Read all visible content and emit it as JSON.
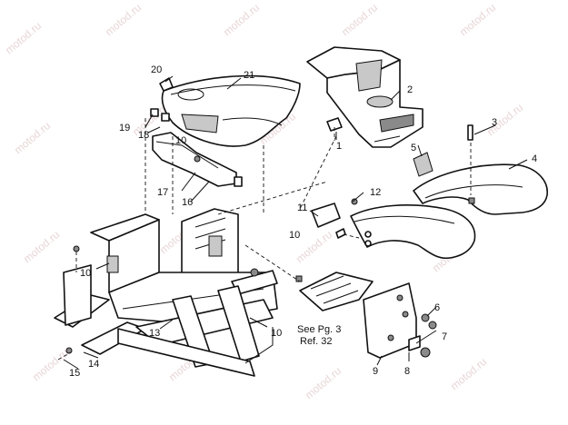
{
  "diagram": {
    "watermark": "motod.ru",
    "callouts": [
      "1",
      "2",
      "3",
      "4",
      "5",
      "6",
      "7",
      "8",
      "9",
      "10",
      "10",
      "10",
      "10",
      "11",
      "12",
      "13",
      "14",
      "15",
      "16",
      "17",
      "18",
      "19",
      "20",
      "21"
    ],
    "note_line1": "See Pg. 3",
    "note_line2": "Ref. 32"
  },
  "colors": {
    "line": "#111111",
    "shade": "#c8c8c8",
    "watermark": "#c08a8a"
  }
}
